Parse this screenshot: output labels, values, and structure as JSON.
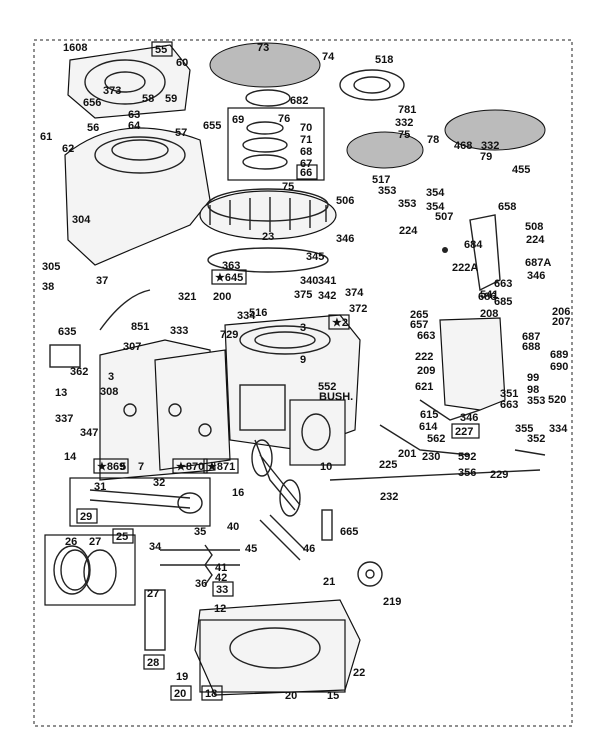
{
  "diagram": {
    "part_labels": [
      "1608",
      "55",
      "60",
      "373",
      "656",
      "58",
      "59",
      "61",
      "62",
      "56",
      "63",
      "64",
      "57",
      "655",
      "304",
      "305",
      "38",
      "37",
      "13",
      "337",
      "347",
      "14",
      "635",
      "362",
      "307",
      "308",
      "3",
      "5",
      "7",
      "869",
      "870",
      "871",
      "73",
      "74",
      "682",
      "518",
      "781",
      "332",
      "75",
      "78",
      "69",
      "76",
      "70",
      "71",
      "68",
      "67",
      "66",
      "75",
      "517",
      "468",
      "332",
      "79",
      "455",
      "506",
      "353",
      "354",
      "353",
      "354",
      "507",
      "224",
      "23",
      "346",
      "658",
      "508",
      "224",
      "684",
      "222A",
      "687A",
      "346",
      "663",
      "541",
      "686",
      "685",
      "363",
      "645",
      "340",
      "341",
      "342",
      "345",
      "321",
      "200",
      "851",
      "333",
      "334",
      "729",
      "516",
      "3",
      "375",
      "374",
      "372",
      "2",
      "265",
      "657",
      "208",
      "206",
      "207",
      "663",
      "687",
      "688",
      "689",
      "690",
      "222",
      "209",
      "621",
      "99",
      "98",
      "353",
      "520",
      "346",
      "351",
      "663",
      "355",
      "334",
      "352",
      "227",
      "562",
      "615",
      "614",
      "9",
      "552",
      "BUSH.",
      "230",
      "592",
      "225",
      "229",
      "356",
      "201",
      "10",
      "232",
      "31",
      "32",
      "16",
      "29",
      "25",
      "26",
      "27",
      "35",
      "40",
      "34",
      "45",
      "46",
      "665",
      "41",
      "42",
      "36",
      "33",
      "219",
      "21",
      "12",
      "27",
      "28",
      "19",
      "20",
      "18",
      "22",
      "15",
      "20"
    ],
    "starred_labels": [
      "869",
      "870",
      "871",
      "645",
      "2"
    ],
    "boxed_labels": [
      "55",
      "66",
      "227",
      "29",
      "33",
      "28",
      "20",
      "18",
      "25"
    ]
  }
}
